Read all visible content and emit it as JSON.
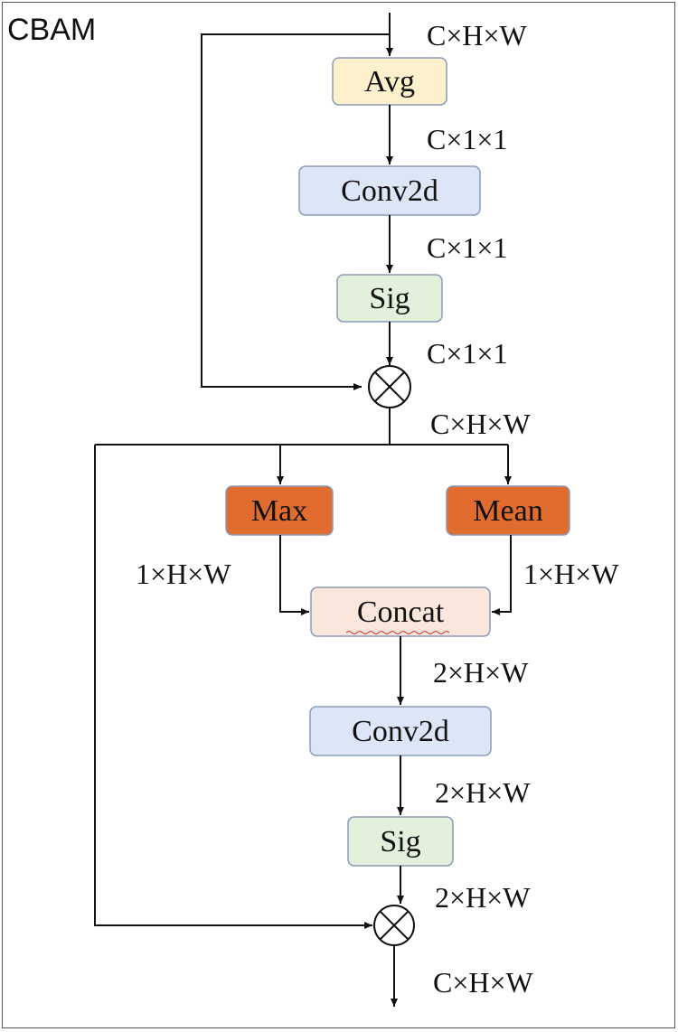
{
  "title": "CBAM",
  "colors": {
    "avg": "#fdf0cc",
    "conv": "#dde6f6",
    "sig": "#e3f1dc",
    "pool": "#e06d2f",
    "concat": "#fbe6dc",
    "box_border": "#8a9bb8",
    "line": "#111111"
  },
  "nodes": {
    "avg": "Avg",
    "conv2d_1": "Conv2d",
    "sig_1": "Sig",
    "max": "Max",
    "mean": "Mean",
    "concat": "Concat",
    "conv2d_2": "Conv2d",
    "sig_2": "Sig"
  },
  "dims": {
    "input": "C×H×W",
    "after_avg": "C×1×1",
    "after_conv_1": "C×1×1",
    "after_sig_1": "C×1×1",
    "after_mult_1": "C×H×W",
    "after_max": "1×H×W",
    "after_mean": "1×H×W",
    "after_concat": "2×H×W",
    "after_conv_2": "2×H×W",
    "after_sig_2": "2×H×W",
    "output": "C×H×W"
  },
  "operators": {
    "multiply": "⊗"
  }
}
